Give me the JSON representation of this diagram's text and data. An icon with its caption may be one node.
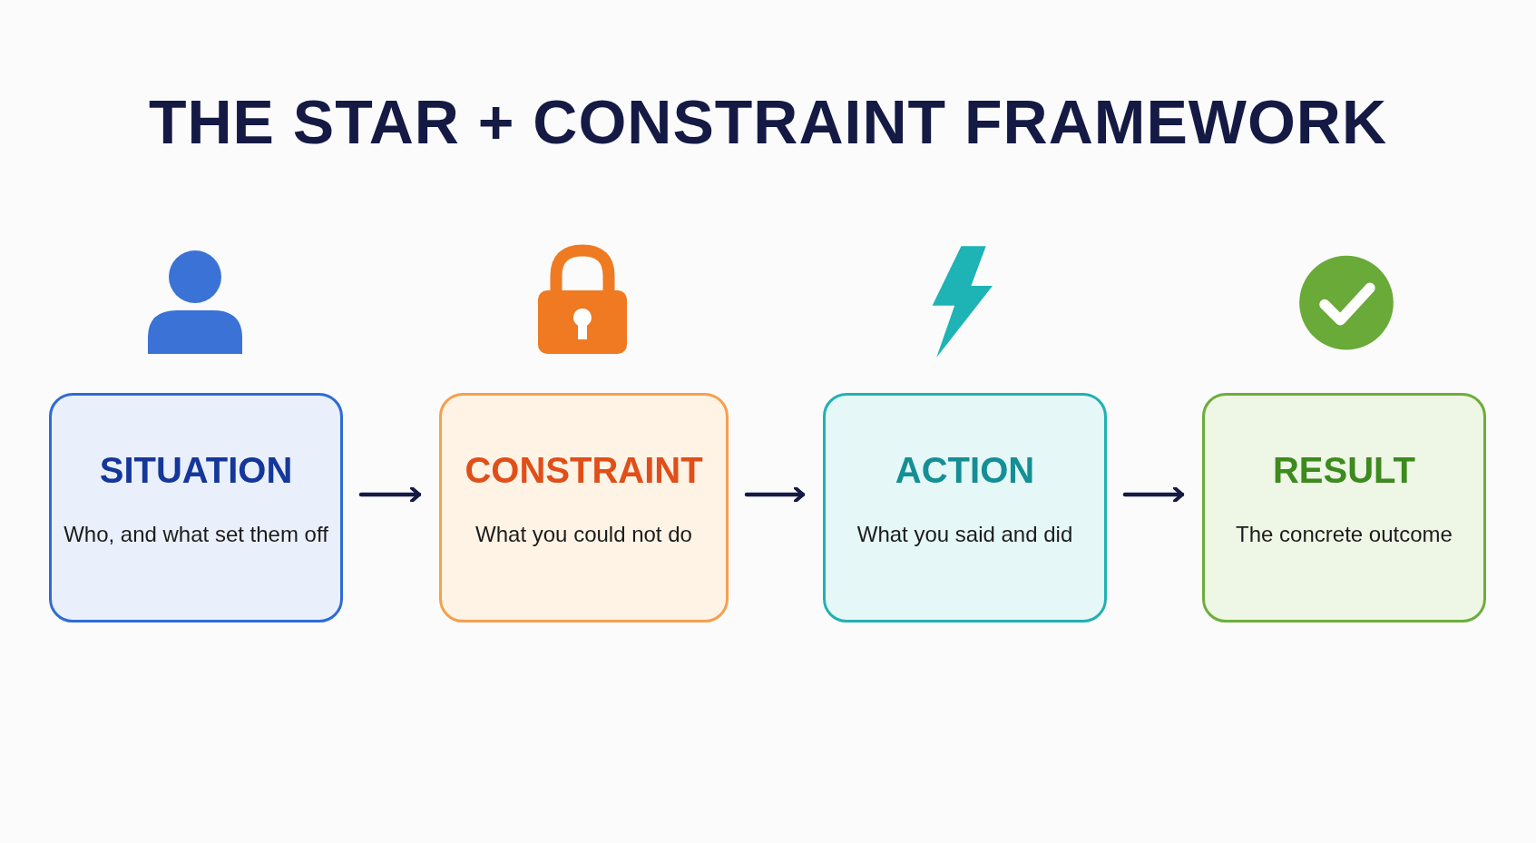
{
  "diagram": {
    "title": "THE STAR + CONSTRAINT FRAMEWORK",
    "nodes": [
      {
        "text": [
          "SITUATION",
          "Who, and what set them off"
        ]
      },
      {
        "text": [
          "CONSTRAINT",
          "What you could not do"
        ]
      },
      {
        "text": [
          "ACTION",
          "What you said and did"
        ]
      },
      {
        "text": [
          "RESULT",
          "The concrete outcome"
        ]
      }
    ],
    "edges": [
      {
        "from": 0,
        "to": 1,
        "arrow": "to"
      },
      {
        "from": 1,
        "to": 2,
        "arrow": "to"
      },
      {
        "from": 2,
        "to": 3,
        "arrow": "to"
      }
    ]
  }
}
